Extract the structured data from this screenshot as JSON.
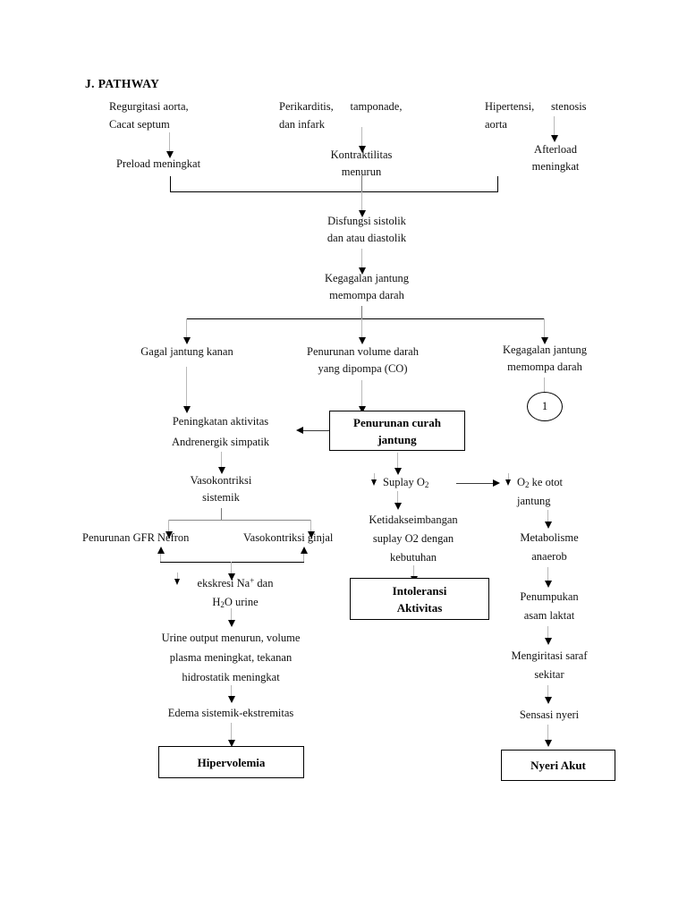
{
  "document": {
    "title": "J.  PATHWAY",
    "type": "medical-pathway-flowchart",
    "language": "id"
  },
  "nodes": {
    "cause_left_l1": "Regurgitasi aorta,",
    "cause_left_l2": "Cacat septum",
    "cause_mid_l1": "Perikarditis,      tamponade,",
    "cause_mid_l2": "dan infark",
    "cause_right_l1": "Hipertensi,      stenosis",
    "cause_right_l2": "aorta",
    "preload": "Preload meningkat",
    "kontraktilitas_l1": "Kontraktilitas",
    "kontraktilitas_l2": "menurun",
    "afterload_l1": "Afterload",
    "afterload_l2": "meningkat",
    "disfungsi_l1": "Disfungsi sistolik",
    "disfungsi_l2": "dan atau diastolik",
    "kegagalan_l1": "Kegagalan jantung",
    "kegagalan_l2": "memompa darah",
    "gagal_kanan": "Gagal jantung kanan",
    "penurunan_volume_l1": "Penurunan volume darah",
    "penurunan_volume_l2": "yang dipompa (CO)",
    "kegagalan2_l1": "Kegagalan jantung",
    "kegagalan2_l2": "memompa darah",
    "connector_label": "1",
    "peningkatan_l1": "Peningkatan aktivitas",
    "peningkatan_l2": "Andrenergik simpatik",
    "vasokontriksi_l1": "Vasokontriksi",
    "vasokontriksi_l2": "sistemik",
    "gfr": "Penurunan GFR Nefron",
    "vaso_ginjal": "Vasokontriksi ginjal",
    "ekskresi_l1_a": "ekskresi Na",
    "ekskresi_l1_sup": "+",
    "ekskresi_l1_b": " dan",
    "ekskresi_l2_a": "H",
    "ekskresi_l2_sub": "2",
    "ekskresi_l2_b": "O urine",
    "urine_l1": "Urine output menurun, volume",
    "urine_l2": "plasma meningkat, tekanan",
    "urine_l3": "hidrostatik meningkat",
    "edema": "Edema sistemik-ekstremitas",
    "suplay_o2_a": "Suplay O",
    "suplay_o2_sub": "2",
    "ketidak_l1": "Ketidakseimbangan",
    "ketidak_l2": "suplay O2 dengan",
    "ketidak_l3": "kebutuhan",
    "o2_otot_a": "O",
    "o2_otot_sub": "2",
    "o2_otot_b": " ke otot",
    "o2_otot_l2": "jantung",
    "metabolisme_l1": "Metabolisme",
    "metabolisme_l2": "anaerob",
    "penumpukan_l1": "Penumpukan",
    "penumpukan_l2": "asam laktat",
    "mengiritasi_l1": "Mengiritasi saraf",
    "mengiritasi_l2": "sekitar",
    "sensasi": "Sensasi nyeri"
  },
  "boxes": {
    "penurunan_curah_l1": "Penurunan curah",
    "penurunan_curah_l2": "jantung",
    "intoleransi_l1": "Intoleransi",
    "intoleransi_l2": "Aktivitas",
    "hipervolemia": "Hipervolemia",
    "nyeri_akut": "Nyeri Akut"
  },
  "colors": {
    "page_background": "#ffffff",
    "text": "#000000",
    "arrow_shaft": "#b9b9b9",
    "arrow_head": "#000000",
    "rule": "#000000",
    "box_border": "#000000"
  }
}
